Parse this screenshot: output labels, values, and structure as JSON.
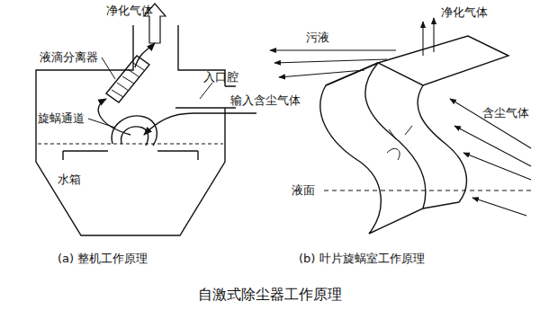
{
  "diagram": {
    "caption": "自激式除尘器工作原理",
    "labels": [
      "净化气体",
      "液滴分离器",
      "入口腔",
      "输入含尘气体",
      "旋蜗通道",
      "水箱",
      "(a) 整机工作原理",
      "污液",
      "净化气体",
      "含尘气体",
      "液面",
      "(b) 叶片旋蜗室工作原理"
    ]
  }
}
